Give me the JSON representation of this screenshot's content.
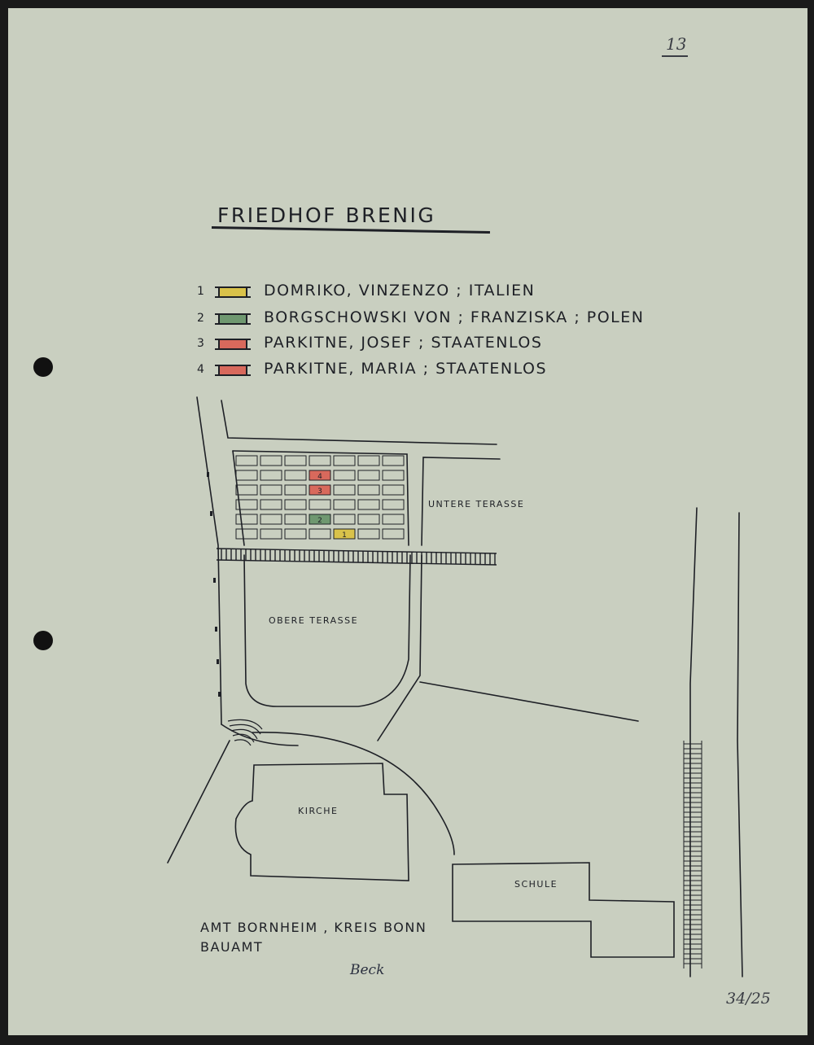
{
  "page_number": "13",
  "archive_number": "34/25",
  "title": "FRIEDHOF BRENIG",
  "legend": [
    {
      "number": "1",
      "label": "DOMRIKO, VINZENZO ; ITALIEN",
      "color": "#d9c24a"
    },
    {
      "number": "2",
      "label": "BORGSCHOWSKI VON ; FRANZISKA ; POLEN",
      "color": "#6f9870"
    },
    {
      "number": "3",
      "label": "PARKITNE, JOSEF ; STAATENLOS",
      "color": "#d8695c"
    },
    {
      "number": "4",
      "label": "PARKITNE, MARIA ; STAATENLOS",
      "color": "#d8695c"
    }
  ],
  "map": {
    "labels": {
      "untere_terasse": "UNTERE TERASSE",
      "obere_terasse": "OBERE TERASSE",
      "kirche": "KIRCHE",
      "schule": "SCHULE"
    },
    "graves": [
      {
        "number": "4",
        "color": "#d8695c"
      },
      {
        "number": "3",
        "color": "#d8695c"
      },
      {
        "number": "2",
        "color": "#6f9870"
      },
      {
        "number": "1",
        "color": "#d9c24a"
      }
    ]
  },
  "footer": {
    "line1": "AMT BORNHEIM , KREIS BONN",
    "line2": "BAUAMT"
  },
  "signature": "Beck"
}
